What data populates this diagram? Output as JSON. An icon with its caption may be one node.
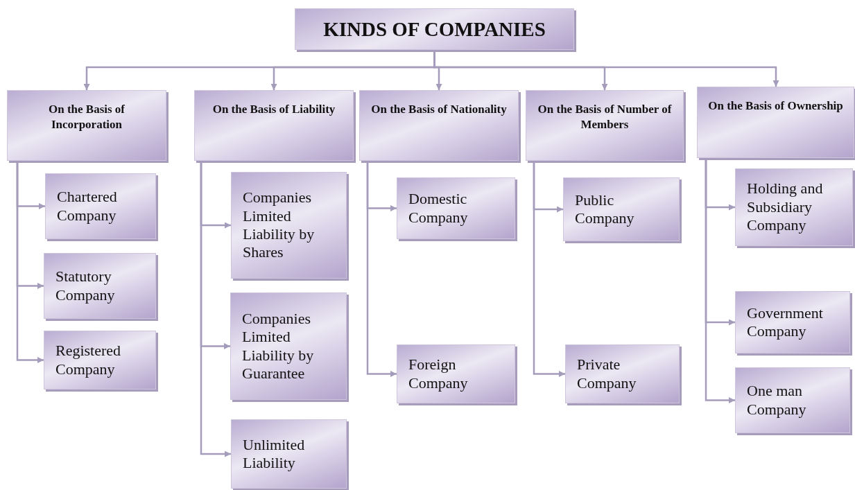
{
  "diagram": {
    "nodes": [
      {
        "text": [
          "KINDS OF COMPANIES"
        ]
      },
      {
        "text": [
          "On the Basis of Incorporation"
        ]
      },
      {
        "text": [
          "On the Basis of Liability"
        ]
      },
      {
        "text": [
          "On the Basis of Nationality"
        ]
      },
      {
        "text": [
          "On the Basis of Number of Members"
        ]
      },
      {
        "text": [
          "On the Basis of Ownership"
        ]
      },
      {
        "text": [
          "Chartered Company"
        ]
      },
      {
        "text": [
          "Statutory Company"
        ]
      },
      {
        "text": [
          "Registered Company"
        ]
      },
      {
        "text": [
          "Companies Limited Liability by Shares"
        ]
      },
      {
        "text": [
          "Companies Limited Liability by Guarantee"
        ]
      },
      {
        "text": [
          "Unlimited Liability"
        ]
      },
      {
        "text": [
          "Domestic Company"
        ]
      },
      {
        "text": [
          "Foreign Company"
        ]
      },
      {
        "text": [
          "Public Company"
        ]
      },
      {
        "text": [
          "Private Company"
        ]
      },
      {
        "text": [
          "Holding and Subsidiary Company"
        ]
      },
      {
        "text": [
          "Government Company"
        ]
      },
      {
        "text": [
          "One man Company"
        ]
      }
    ],
    "edges": [
      {
        "from": 0,
        "to": 1,
        "arrow": "to"
      },
      {
        "from": 0,
        "to": 2,
        "arrow": "to"
      },
      {
        "from": 0,
        "to": 3,
        "arrow": "to"
      },
      {
        "from": 0,
        "to": 4,
        "arrow": "to"
      },
      {
        "from": 0,
        "to": 5,
        "arrow": "to"
      },
      {
        "from": 1,
        "to": 6,
        "arrow": "to"
      },
      {
        "from": 1,
        "to": 7,
        "arrow": "to"
      },
      {
        "from": 1,
        "to": 8,
        "arrow": "to"
      },
      {
        "from": 2,
        "to": 9,
        "arrow": "to"
      },
      {
        "from": 2,
        "to": 10,
        "arrow": "to"
      },
      {
        "from": 2,
        "to": 11,
        "arrow": "to"
      },
      {
        "from": 3,
        "to": 12,
        "arrow": "to"
      },
      {
        "from": 3,
        "to": 13,
        "arrow": "to"
      },
      {
        "from": 4,
        "to": 14,
        "arrow": "to"
      },
      {
        "from": 4,
        "to": 15,
        "arrow": "to"
      },
      {
        "from": 5,
        "to": 16,
        "arrow": "to"
      },
      {
        "from": 5,
        "to": 17,
        "arrow": "to"
      },
      {
        "from": 5,
        "to": 18,
        "arrow": "to"
      }
    ]
  }
}
